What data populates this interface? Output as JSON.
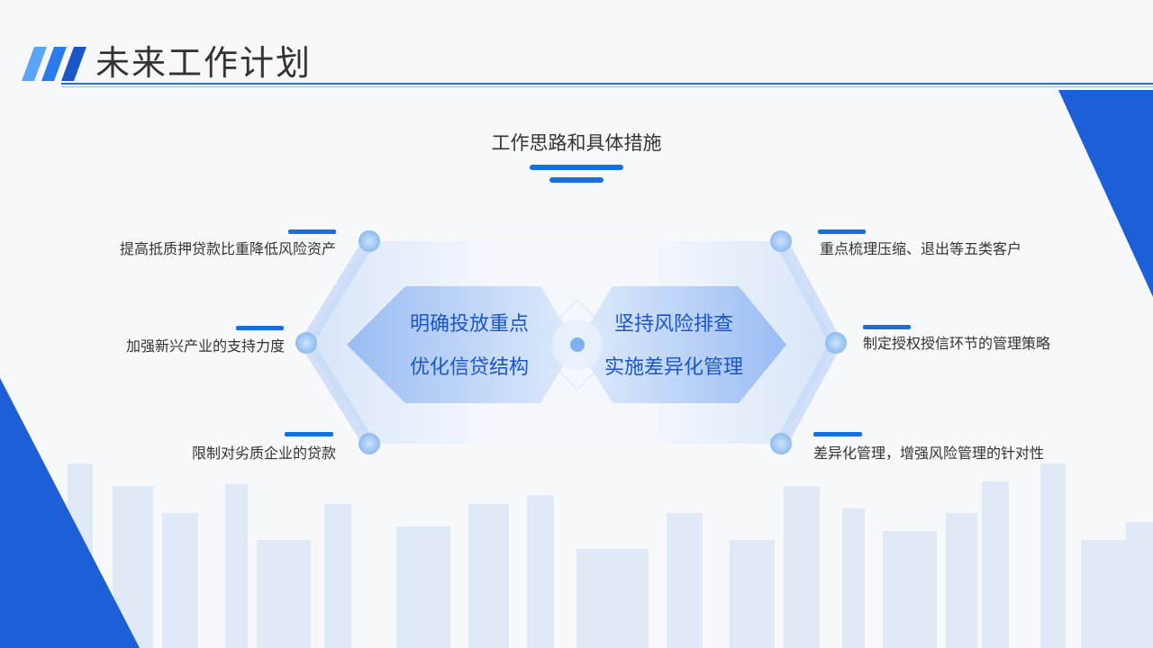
{
  "header": {
    "title": "未来工作计划"
  },
  "section": {
    "subtitle": "工作思路和具体措施"
  },
  "left_items": [
    "提高抵质押贷款比重降低风险资产",
    "加强新兴产业的支持力度",
    "限制对劣质企业的贷款"
  ],
  "right_items": [
    "重点梳理压缩、退出等五类客户",
    "制定授权授信环节的管理策略",
    "差异化管理，增强风险管理的针对性"
  ],
  "center": {
    "left_lines": [
      "明确投放重点",
      "优化信贷结构"
    ],
    "right_lines": [
      "坚持风险排查",
      "实施差异化管理"
    ]
  },
  "colors": {
    "accent": "#1a6fe0",
    "text": "#333333",
    "hex_text": "#1a56c8"
  }
}
